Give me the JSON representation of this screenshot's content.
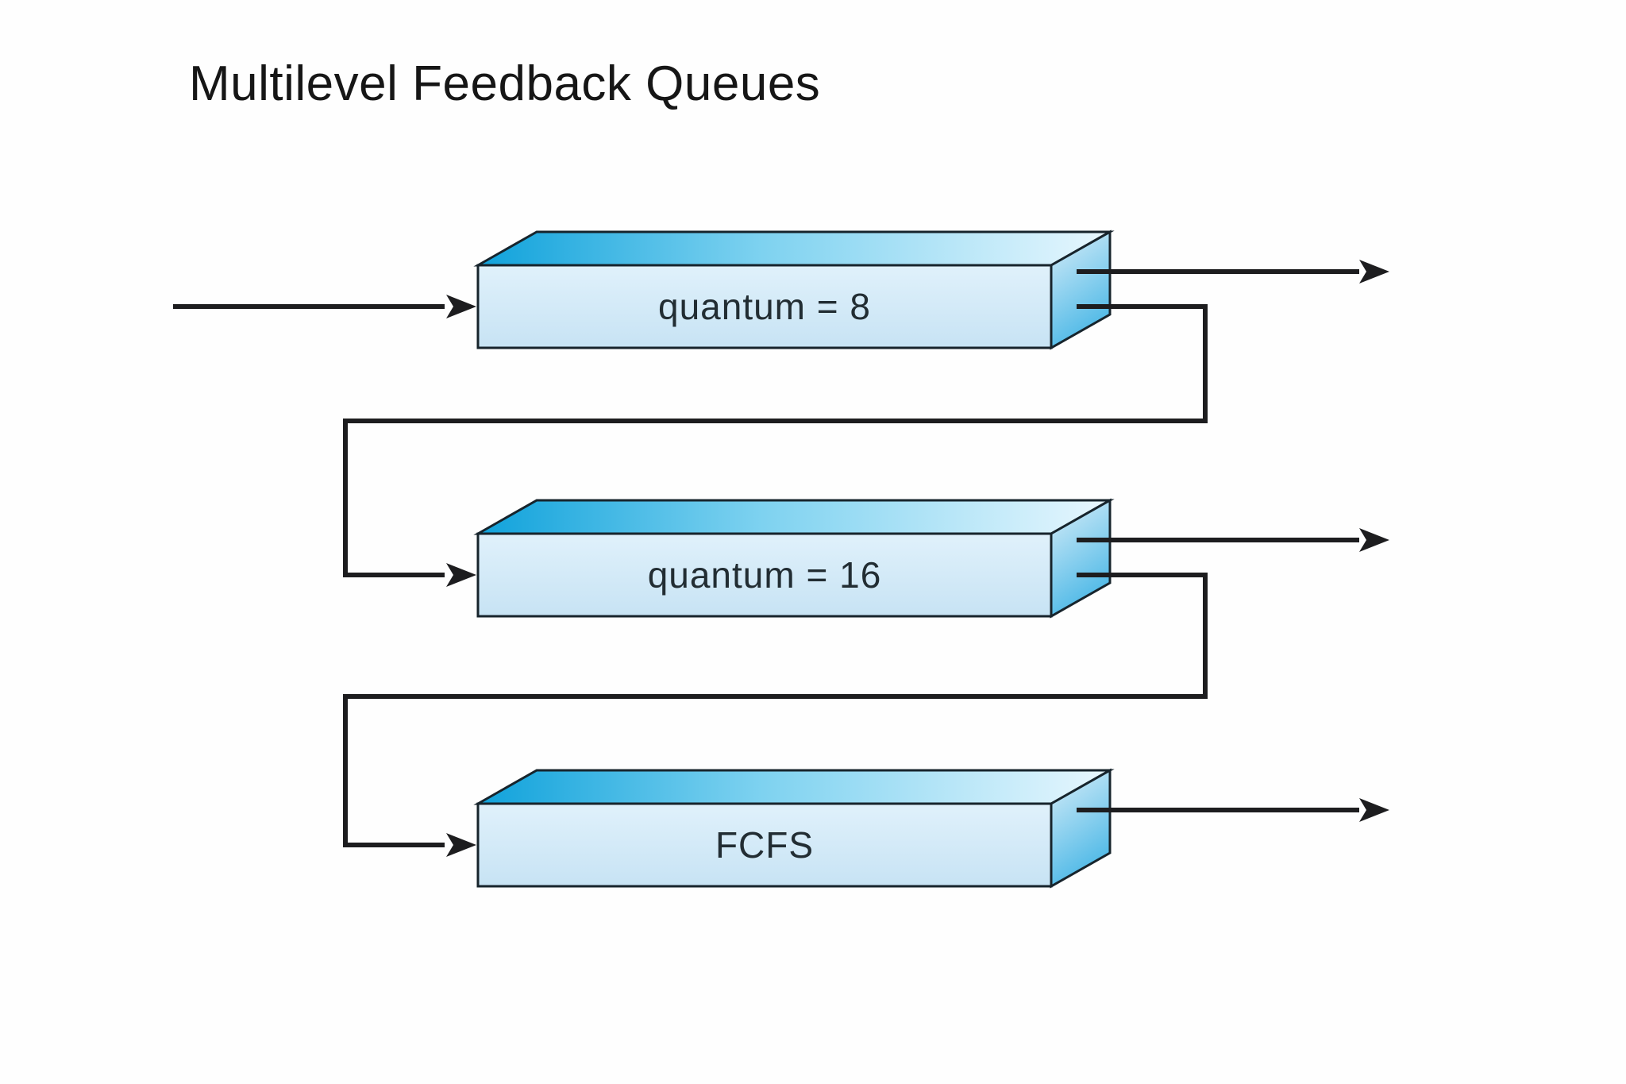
{
  "slide": {
    "title": "Multilevel Feedback Queues"
  },
  "diagram": {
    "type": "multilevel-feedback-queue-flow",
    "queues": [
      {
        "id": 0,
        "label": "quantum = 8"
      },
      {
        "id": 1,
        "label": "quantum = 16"
      },
      {
        "id": 2,
        "label": "FCFS"
      }
    ],
    "connections": [
      {
        "from": "entry",
        "to": "quantum = 8",
        "style": "arrow-in"
      },
      {
        "from": "quantum = 8",
        "to": "exit",
        "style": "arrow-out"
      },
      {
        "from": "quantum = 8",
        "to": "quantum = 16",
        "style": "demotion-elbow"
      },
      {
        "from": "quantum = 16",
        "to": "exit",
        "style": "arrow-out"
      },
      {
        "from": "quantum = 16",
        "to": "FCFS",
        "style": "demotion-elbow"
      },
      {
        "from": "FCFS",
        "to": "exit",
        "style": "arrow-out"
      }
    ],
    "colors": {
      "box_top_left": "#10a2db",
      "box_top_mid": "#7ed2f0",
      "box_top_right": "#e8f7fe",
      "box_front_top": "#e0f1fb",
      "box_front_bottom": "#c7e3f4",
      "box_side_top": "#d4ecf8",
      "box_side_bottom": "#49b7e6",
      "outline": "#17242c",
      "arrow": "#1d1d1f",
      "label_text": "#222d33",
      "title_text": "#161616",
      "background": "#fefefe"
    }
  }
}
